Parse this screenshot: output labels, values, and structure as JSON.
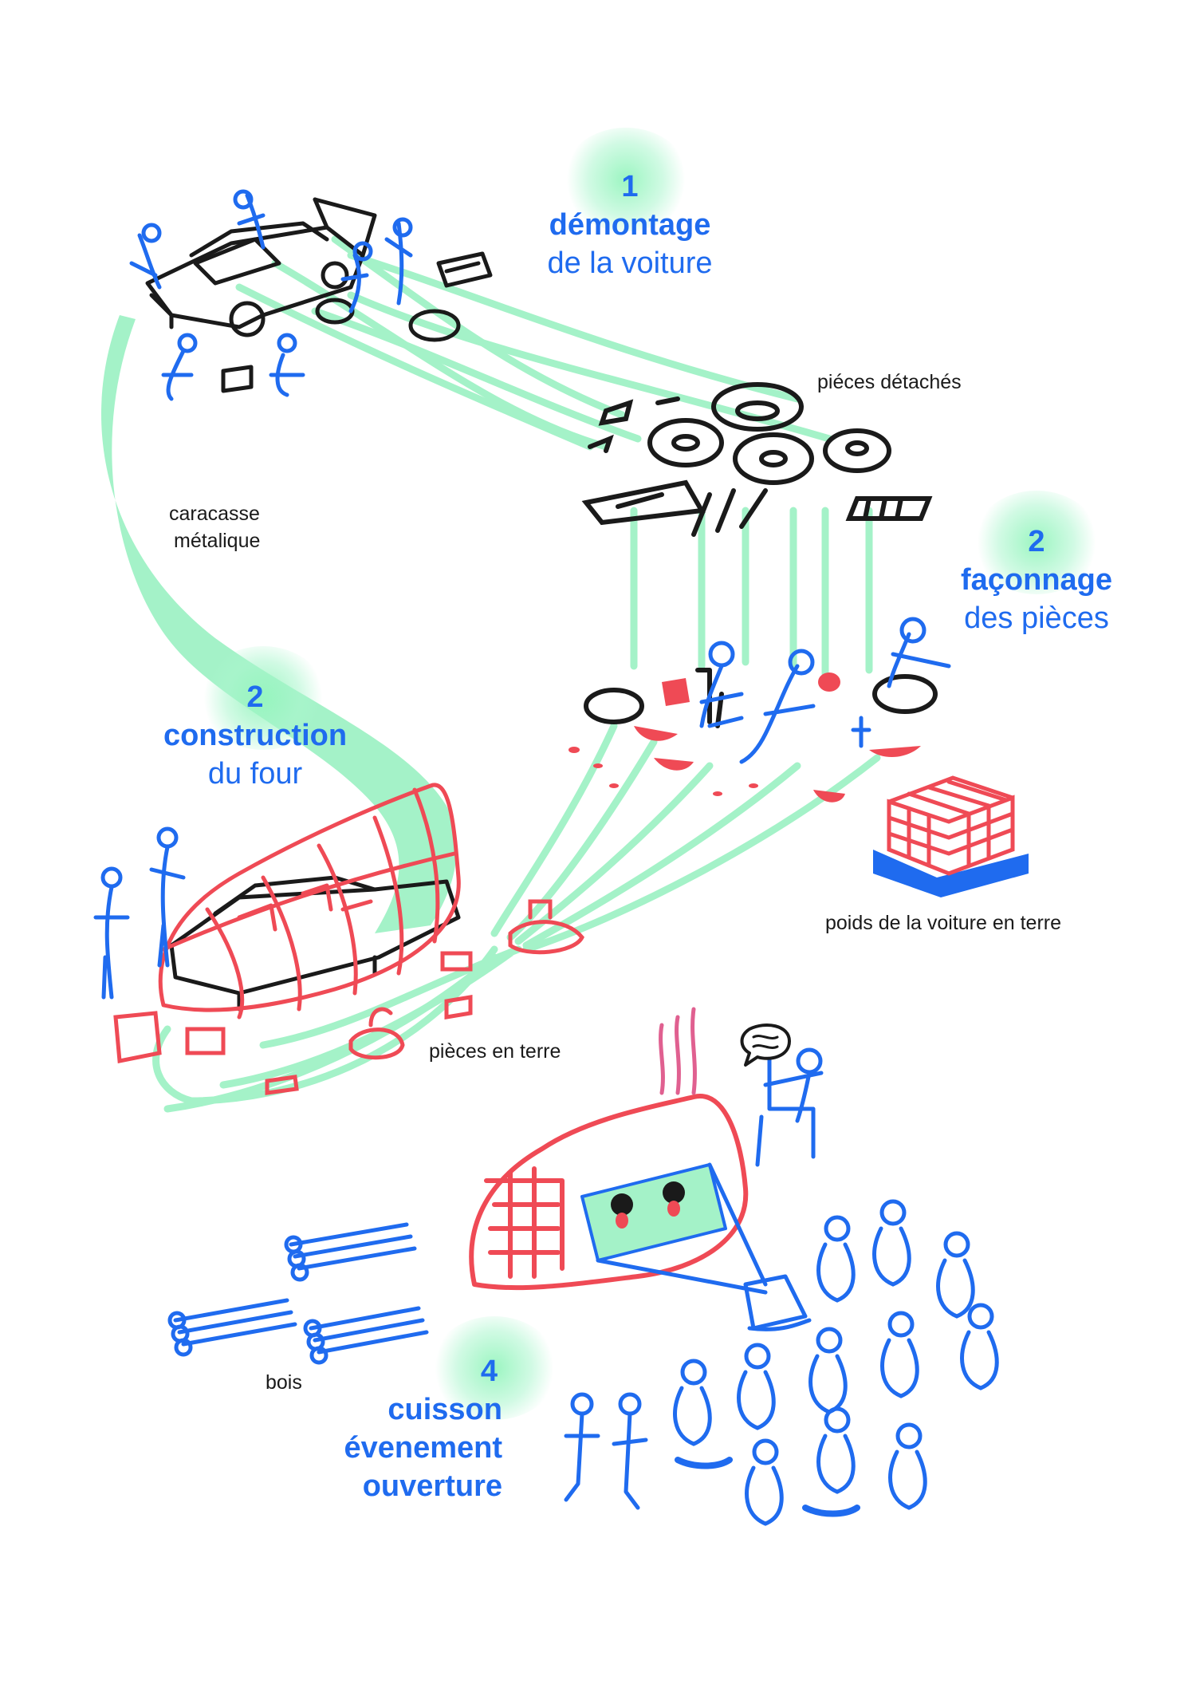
{
  "colors": {
    "path": "#a4f2c8",
    "blue": "#1f6bef",
    "red": "#ef4a55",
    "black": "#1a1a1a"
  },
  "steps": [
    {
      "number": "1",
      "title": "démontage",
      "subtitle": "de la voiture"
    },
    {
      "number": "2",
      "title": "façonnage",
      "subtitle": "des pièces"
    },
    {
      "number": "2",
      "title": "construction",
      "subtitle": "du four"
    },
    {
      "number": "4",
      "title": "cuisson",
      "line2": "évenement",
      "line3": "ouverture"
    }
  ],
  "labels": {
    "spare_parts": "piéces détachés",
    "carcass_line1": "caracasse",
    "carcass_line2": "métalique",
    "car_weight": "poids de la voiture en terre",
    "clay_parts": "pièces en terre",
    "wood": "bois"
  }
}
